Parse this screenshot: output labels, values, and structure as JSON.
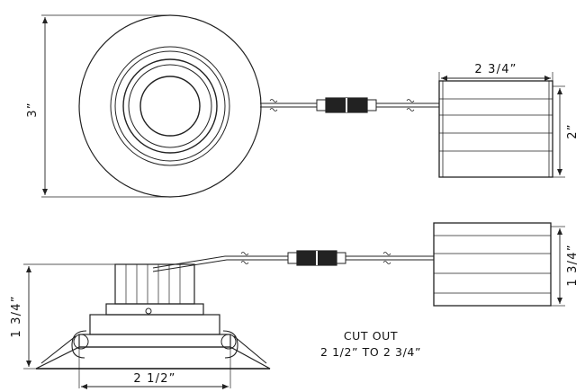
{
  "dimensions": {
    "top_diameter": "3”",
    "driver_width": "2 3/4”",
    "driver_height": "2”",
    "driver_depth": "1 3/4”",
    "fixture_height": "1 3/4”",
    "cutout_width": "2 1/2”"
  },
  "note": {
    "line1": "CUT OUT",
    "line2": "2 1/2” TO 2 3/4”"
  }
}
